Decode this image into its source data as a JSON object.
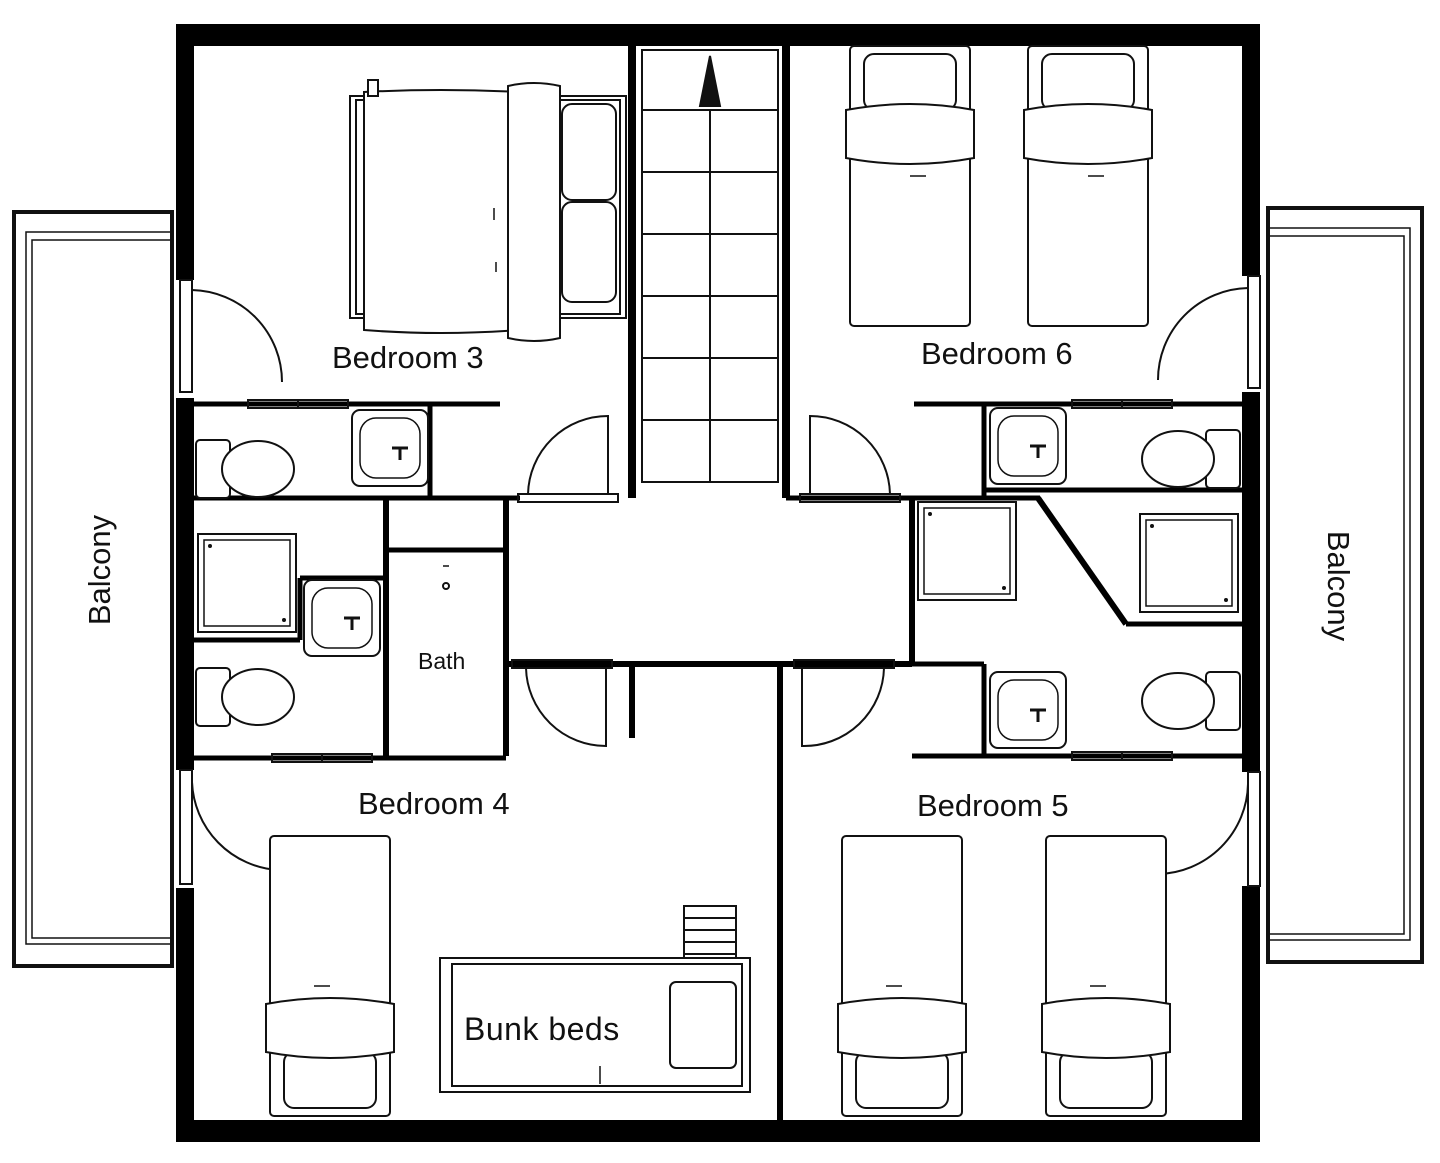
{
  "rooms": {
    "bedroom_3": "Bedroom 3",
    "bedroom_4": "Bedroom 4",
    "bedroom_5": "Bedroom 5",
    "bedroom_6": "Bedroom 6",
    "bath": "Bath",
    "bunk_beds": "Bunk beds",
    "balcony_left": "Balcony",
    "balcony_right": "Balcony"
  },
  "colors": {
    "wall": "#000000",
    "fixture": "#111111",
    "background": "#ffffff"
  }
}
